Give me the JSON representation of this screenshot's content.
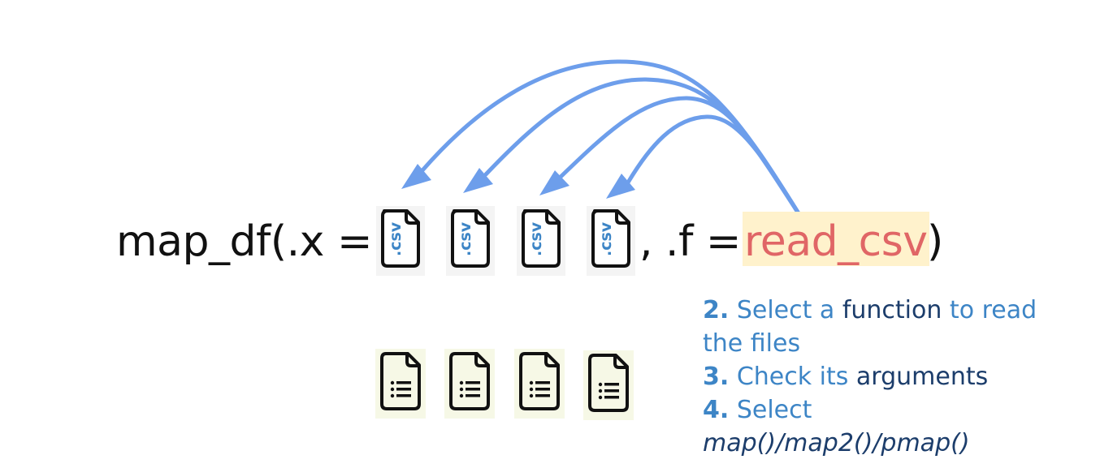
{
  "colors": {
    "arrow": "#6d9eeb",
    "code_text": "#111111",
    "function_text": "#e06666",
    "function_highlight": "#fff2cc",
    "step_text": "#3d85c6",
    "step_emphasis": "#1c3d6b",
    "csv_label": "#3d85c6"
  },
  "code": {
    "prefix": "map_df(.x = ",
    "middle": ", .f = ",
    "function_name": "read_csv",
    "suffix": ")"
  },
  "inputs": [
    {
      "icon": "csv-file-icon",
      "label": ".csv"
    },
    {
      "icon": "csv-file-icon",
      "label": ".csv"
    },
    {
      "icon": "csv-file-icon",
      "label": ".csv"
    },
    {
      "icon": "csv-file-icon",
      "label": ".csv"
    }
  ],
  "outputs": [
    {
      "icon": "list-document-icon"
    },
    {
      "icon": "list-document-icon"
    },
    {
      "icon": "list-document-icon"
    },
    {
      "icon": "list-document-icon"
    }
  ],
  "arrows": {
    "from": "read_csv",
    "to": [
      "csv-1",
      "csv-2",
      "csv-3",
      "csv-4"
    ],
    "icon": "curved-arrow-icon"
  },
  "steps": [
    {
      "number": "2.",
      "parts": [
        {
          "text": " Select a ",
          "style": "normal"
        },
        {
          "text": "function",
          "style": "dark"
        },
        {
          "text": " to read the files",
          "style": "normal"
        }
      ]
    },
    {
      "number": "3.",
      "parts": [
        {
          "text": " Check its ",
          "style": "normal"
        },
        {
          "text": "arguments",
          "style": "dark"
        }
      ]
    },
    {
      "number": "4.",
      "parts": [
        {
          "text": " Select ",
          "style": "normal"
        },
        {
          "text": "map()/map2()/pmap()",
          "style": "italic"
        }
      ]
    }
  ]
}
